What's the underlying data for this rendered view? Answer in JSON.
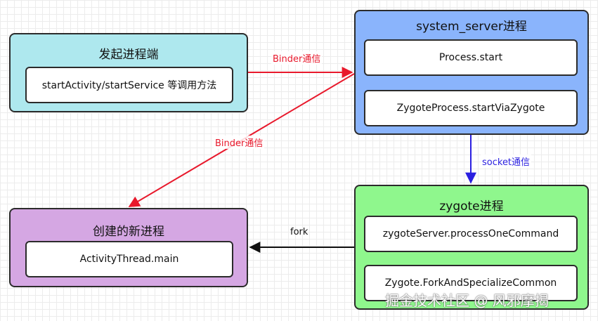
{
  "nodes": {
    "initiator": {
      "title": "发起进程端",
      "methods": [
        "startActivity/startService 等调用方法"
      ],
      "fill": "#aee8ee"
    },
    "system_server": {
      "title": "system_server进程",
      "methods": [
        "Process.start",
        "ZygoteProcess.startViaZygote"
      ],
      "fill": "#8ab4fc"
    },
    "zygote": {
      "title": "zygote进程",
      "methods": [
        "zygoteServer.processOneCommand",
        "Zygote.ForkAndSpecializeCommon"
      ],
      "fill": "#8ff78d"
    },
    "new_process": {
      "title": "创建的新进程",
      "methods": [
        "ActivityThread.main"
      ],
      "fill": "#d5a7e3"
    }
  },
  "edges": {
    "initiator_to_system": {
      "label": "Binder通信",
      "color": "#e8192c"
    },
    "system_to_new": {
      "label": "Binder通信",
      "color": "#e8192c"
    },
    "system_to_zygote": {
      "label": "socket通信",
      "color": "#2a1fe0"
    },
    "zygote_to_new": {
      "label": "fork",
      "color": "#111111"
    }
  },
  "watermark": "掘金技术社区 @ 风邪摩揭"
}
